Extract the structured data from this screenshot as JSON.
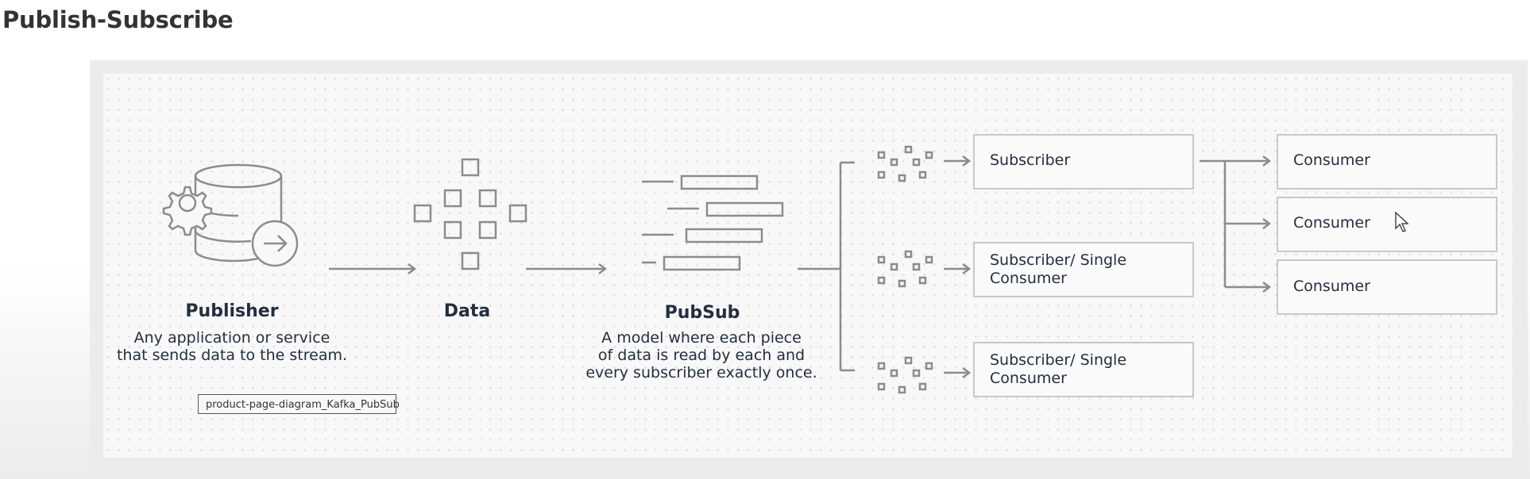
{
  "page": {
    "title": "Publish-Subscribe"
  },
  "publisher": {
    "title": "Publisher",
    "description_line1": "Any application or service",
    "description_line2": "that sends data to the stream."
  },
  "data_node": {
    "title": "Data"
  },
  "pubsub": {
    "title": "PubSub",
    "description_line1": "A model where each piece",
    "description_line2": "of data is read by each and",
    "description_line3": "every subscriber exactly once."
  },
  "subscribers": [
    {
      "line1": "Subscriber",
      "line2": ""
    },
    {
      "line1": "Subscriber/ Single",
      "line2": "Consumer"
    },
    {
      "line1": "Subscriber/ Single",
      "line2": "Consumer"
    }
  ],
  "consumers": [
    "Consumer",
    "Consumer",
    "Consumer"
  ],
  "tooltip": {
    "text": "product-page-diagram_Kafka_PubSub"
  },
  "icons": {
    "publisher": "database-gear-arrow-icon",
    "data": "data-blocks-icon",
    "pubsub": "message-bars-icon",
    "subscriber": "dot-cluster-icon",
    "cursor": "mouse-pointer-icon"
  },
  "colors": {
    "stroke": "#8c8c8c",
    "text": "#232f3e",
    "background": "#f8f8f8"
  }
}
